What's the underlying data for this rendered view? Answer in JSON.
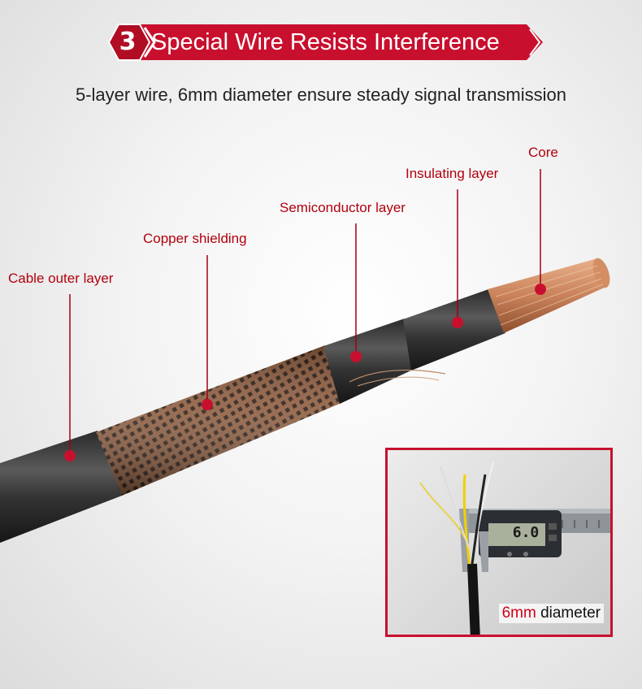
{
  "banner": {
    "number": "3",
    "title": "Special Wire Resists Interference"
  },
  "subtitle": "5-layer wire, 6mm diameter ensure steady signal transmission",
  "callouts": {
    "core": "Core",
    "insulating": "Insulating layer",
    "semiconductor": "Semiconductor layer",
    "copper": "Copper shielding",
    "outer": "Cable outer layer"
  },
  "inset": {
    "value": "6mm",
    "suffix": " diameter",
    "display": "6.0"
  },
  "colors": {
    "accent": "#c8102e",
    "callout_text": "#b1000e"
  }
}
